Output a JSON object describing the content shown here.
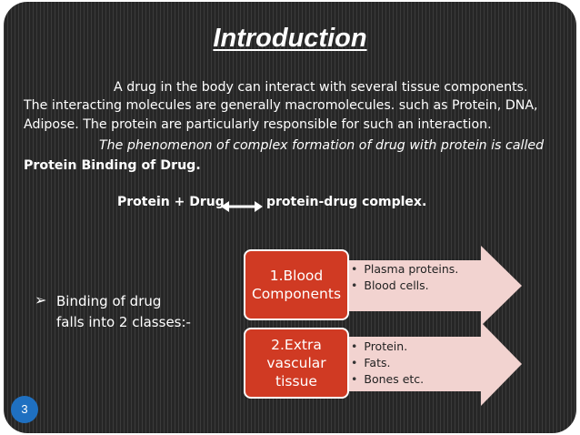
{
  "slide": {
    "title": "Introduction",
    "paragraph": {
      "line1": "A drug in the body can interact with several tissue components.",
      "line2": "The interacting molecules are generally macromolecules. such as Protein, DNA,",
      "line3": "Adipose. The protein are particularly responsible for such an interaction.",
      "line4": "The phenomenon of complex formation of drug with protein is called",
      "line5": "Protein Binding of Drug."
    },
    "equation": {
      "left": "Protein + Drug",
      "right": "protein-drug complex.",
      "arrow_icon": "double-arrow-icon"
    },
    "bullet": {
      "marker": "➢",
      "line1": "Binding of drug",
      "line2": "falls into 2 classes:-"
    },
    "classes": [
      {
        "label_lines": [
          "1.Blood",
          "Components"
        ],
        "items": [
          "Plasma proteins.",
          "Blood cells."
        ]
      },
      {
        "label_lines": [
          "2.Extra",
          "vascular",
          "tissue"
        ],
        "items": [
          "Protein.",
          "Fats.",
          "Bones etc."
        ]
      }
    ],
    "page_number": "3",
    "colors": {
      "background": "#2e2e2e",
      "box": "#d03a23",
      "arrow": "#f2d3d0",
      "page_badge": "#1f70c1"
    }
  }
}
